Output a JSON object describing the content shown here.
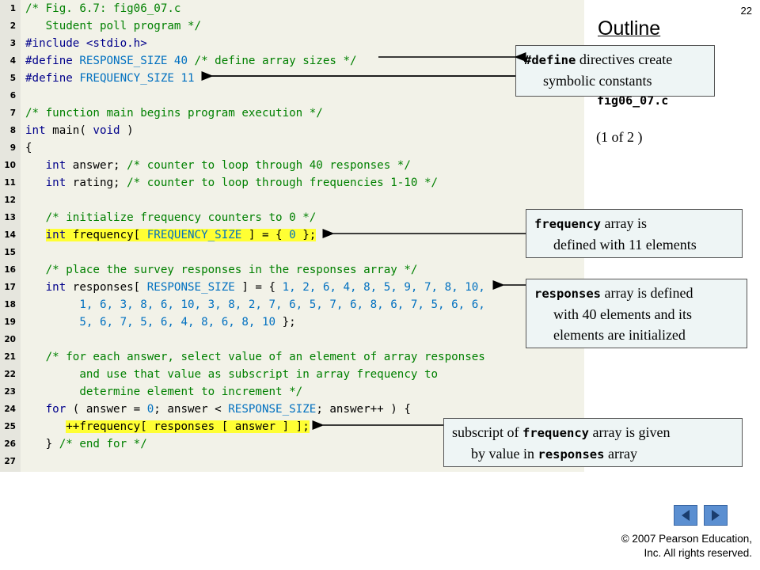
{
  "slide_number": "22",
  "outline_title": "Outline",
  "file_name": "fig06_07.c",
  "page_indicator": "(1 of 2 )",
  "code_lines": [
    {
      "num": "1",
      "tokens": [
        {
          "t": "/* Fig. 6.7: fig06_07.c",
          "c": "c"
        }
      ]
    },
    {
      "num": "2",
      "tokens": [
        {
          "t": "   Student poll program */",
          "c": "c"
        }
      ]
    },
    {
      "num": "3",
      "tokens": [
        {
          "t": "#include <stdio.h>",
          "c": "k"
        }
      ]
    },
    {
      "num": "4",
      "tokens": [
        {
          "t": "#define ",
          "c": "k"
        },
        {
          "t": "RESPONSE_SIZE 40",
          "c": "m"
        },
        {
          "t": " /* define array sizes */",
          "c": "c"
        }
      ]
    },
    {
      "num": "5",
      "tokens": [
        {
          "t": "#define ",
          "c": "k"
        },
        {
          "t": "FREQUENCY_SIZE 11",
          "c": "m"
        }
      ]
    },
    {
      "num": "6",
      "tokens": []
    },
    {
      "num": "7",
      "tokens": [
        {
          "t": "/* function main begins program execution */",
          "c": "c"
        }
      ]
    },
    {
      "num": "8",
      "tokens": [
        {
          "t": "int",
          "c": "k"
        },
        {
          "t": " main( ",
          "c": "t"
        },
        {
          "t": "void",
          "c": "k"
        },
        {
          "t": " )",
          "c": "t"
        }
      ]
    },
    {
      "num": "9",
      "tokens": [
        {
          "t": "{",
          "c": "t"
        }
      ]
    },
    {
      "num": "10",
      "tokens": [
        {
          "t": "   ",
          "c": "t"
        },
        {
          "t": "int",
          "c": "k"
        },
        {
          "t": " answer; ",
          "c": "t"
        },
        {
          "t": "/* counter to loop through 40 responses */",
          "c": "c"
        }
      ]
    },
    {
      "num": "11",
      "tokens": [
        {
          "t": "   ",
          "c": "t"
        },
        {
          "t": "int",
          "c": "k"
        },
        {
          "t": " rating; ",
          "c": "t"
        },
        {
          "t": "/* counter to loop through frequencies 1-10 */",
          "c": "c"
        }
      ]
    },
    {
      "num": "12",
      "tokens": []
    },
    {
      "num": "13",
      "tokens": [
        {
          "t": "   /* initialize frequency counters to 0 */",
          "c": "c"
        }
      ]
    },
    {
      "num": "14",
      "hl": true,
      "tokens": [
        {
          "t": "   ",
          "c": "t"
        },
        {
          "t": "int",
          "c": "k",
          "h": true
        },
        {
          "t": " frequency[ ",
          "c": "t",
          "h": true
        },
        {
          "t": "FREQUENCY_SIZE",
          "c": "m",
          "h": true
        },
        {
          "t": " ] = { ",
          "c": "t",
          "h": true
        },
        {
          "t": "0",
          "c": "m",
          "h": true
        },
        {
          "t": " };",
          "c": "t",
          "h": true
        }
      ]
    },
    {
      "num": "15",
      "tokens": []
    },
    {
      "num": "16",
      "tokens": [
        {
          "t": "   /* place the survey responses in the responses array */",
          "c": "c"
        }
      ]
    },
    {
      "num": "17",
      "tokens": [
        {
          "t": "   ",
          "c": "t"
        },
        {
          "t": "int",
          "c": "k"
        },
        {
          "t": " responses[ ",
          "c": "t"
        },
        {
          "t": "RESPONSE_SIZE",
          "c": "m"
        },
        {
          "t": " ] = { ",
          "c": "t"
        },
        {
          "t": "1, 2, 6, 4, 8, 5, 9, 7, 8, 10,",
          "c": "m"
        }
      ]
    },
    {
      "num": "18",
      "tokens": [
        {
          "t": "        1, 6, 3, 8, 6, 10, 3, 8, 2, 7, 6, 5, 7, 6, 8, 6, 7, 5, 6, 6,",
          "c": "m"
        }
      ]
    },
    {
      "num": "19",
      "tokens": [
        {
          "t": "        5, 6, 7, 5, 6, 4, 8, 6, 8, 10",
          "c": "m"
        },
        {
          "t": " };",
          "c": "t"
        }
      ]
    },
    {
      "num": "20",
      "tokens": []
    },
    {
      "num": "21",
      "tokens": [
        {
          "t": "   /* for each answer, select value of an element of array responses",
          "c": "c"
        }
      ]
    },
    {
      "num": "22",
      "tokens": [
        {
          "t": "        and use that value as subscript in array frequency to",
          "c": "c"
        }
      ]
    },
    {
      "num": "23",
      "tokens": [
        {
          "t": "        determine element to increment */",
          "c": "c"
        }
      ]
    },
    {
      "num": "24",
      "tokens": [
        {
          "t": "   ",
          "c": "t"
        },
        {
          "t": "for",
          "c": "k"
        },
        {
          "t": " ( answer = ",
          "c": "t"
        },
        {
          "t": "0",
          "c": "m"
        },
        {
          "t": "; answer < ",
          "c": "t"
        },
        {
          "t": "RESPONSE_SIZE",
          "c": "m"
        },
        {
          "t": "; answer++ ) {",
          "c": "t"
        }
      ]
    },
    {
      "num": "25",
      "tokens": [
        {
          "t": "      ",
          "c": "t"
        },
        {
          "t": "++frequency[ responses [ answer ] ];",
          "c": "t",
          "h": true
        }
      ]
    },
    {
      "num": "26",
      "tokens": [
        {
          "t": "   } ",
          "c": "t"
        },
        {
          "t": "/* end for */",
          "c": "c"
        }
      ]
    },
    {
      "num": "27",
      "tokens": []
    }
  ],
  "callouts": {
    "define": {
      "code": "#define",
      "text1": " directives create",
      "text2": "symbolic constants"
    },
    "frequency": {
      "code": "frequency",
      "text1": " array is",
      "text2": "defined with 11 elements"
    },
    "responses": {
      "code": "responses",
      "text1": " array is defined",
      "text2": "with 40 elements and its",
      "text3": "elements are initialized"
    },
    "subscript": {
      "pre": "subscript of ",
      "code": "frequency",
      "post": " array is given",
      "line2_pre": "by value in ",
      "line2_code": "responses",
      "line2_post": " array"
    }
  },
  "copyright_line1": "© 2007 Pearson Education,",
  "copyright_line2": "Inc.  All rights reserved.",
  "nav": {
    "prev_icon": "triangle-left-icon",
    "next_icon": "triangle-right-icon"
  },
  "colors": {
    "comment": "#008000",
    "keyword": "#00008b",
    "macro": "#0070c0",
    "highlight": "#ffff33",
    "nav_button": "#5b8fd1"
  }
}
